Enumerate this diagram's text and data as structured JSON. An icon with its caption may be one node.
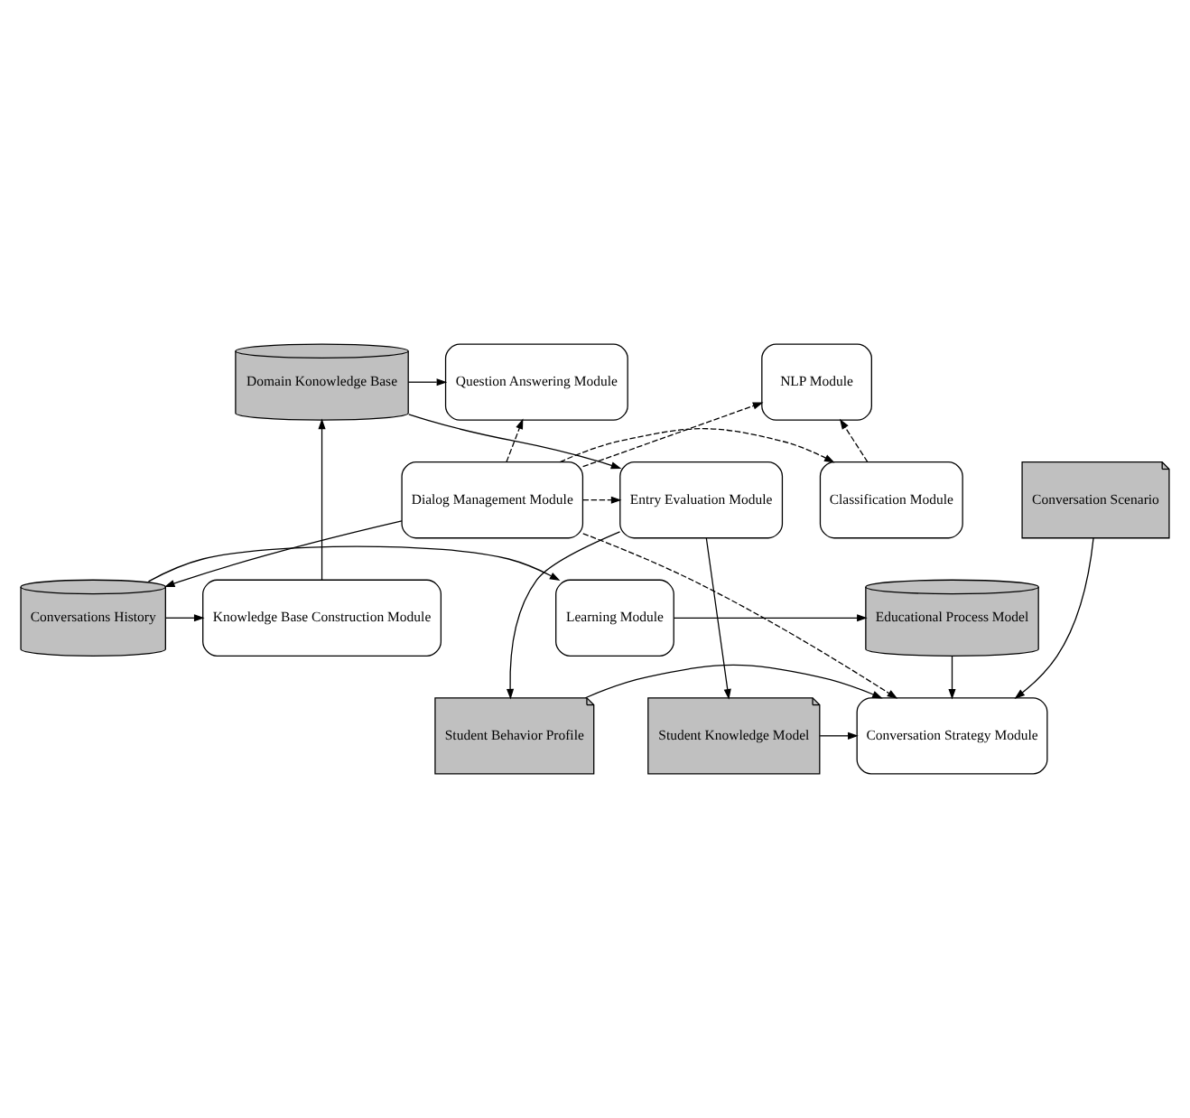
{
  "diagram": {
    "nodes": [
      {
        "text": [
          "NLP Module"
        ]
      },
      {
        "text": [
          "Question Answering Module"
        ]
      },
      {
        "text": [
          "Domain Konowledge Base"
        ]
      },
      {
        "text": [
          "Conversation Scenario"
        ]
      },
      {
        "text": [
          "Classification Module"
        ]
      },
      {
        "text": [
          "Dialog Management Module"
        ]
      },
      {
        "text": [
          "Entry Evaluation Module"
        ]
      },
      {
        "text": [
          "Conversation Strategy Module"
        ]
      },
      {
        "text": [
          "Educational Process Model"
        ]
      },
      {
        "text": [
          "Student Behavior Profile"
        ]
      },
      {
        "text": [
          "Student Knowledge Model"
        ]
      },
      {
        "text": [
          "Learning Module"
        ]
      },
      {
        "text": [
          "Conversations History"
        ]
      },
      {
        "text": [
          "Knowledge Base Construction Module"
        ]
      }
    ],
    "edges": [
      {
        "from": 5,
        "to": 0,
        "arrow": "to",
        "style": "dashed"
      },
      {
        "from": 5,
        "to": 1,
        "arrow": "to",
        "style": "dashed"
      },
      {
        "from": 5,
        "to": 4,
        "arrow": "to",
        "style": "dashed"
      },
      {
        "from": 5,
        "to": 6,
        "arrow": "to",
        "style": "dashed"
      },
      {
        "from": 5,
        "to": 7,
        "arrow": "to",
        "style": "dashed"
      },
      {
        "from": 4,
        "to": 0,
        "arrow": "to",
        "style": "dashed"
      },
      {
        "from": 2,
        "to": 1,
        "arrow": "to"
      },
      {
        "from": 2,
        "to": 6,
        "arrow": "to"
      },
      {
        "from": 3,
        "to": 7,
        "arrow": "to"
      },
      {
        "from": 6,
        "to": 9,
        "arrow": "to"
      },
      {
        "from": 6,
        "to": 10,
        "arrow": "to"
      },
      {
        "from": 8,
        "to": 7,
        "arrow": "to"
      },
      {
        "from": 9,
        "to": 7,
        "arrow": "to"
      },
      {
        "from": 10,
        "to": 7,
        "arrow": "to"
      },
      {
        "from": 5,
        "to": 12,
        "arrow": "to"
      },
      {
        "from": 12,
        "to": 11,
        "arrow": "to"
      },
      {
        "from": 11,
        "to": 8,
        "arrow": "to"
      },
      {
        "from": 12,
        "to": 13,
        "arrow": "to"
      },
      {
        "from": 13,
        "to": 2,
        "arrow": "to"
      }
    ]
  }
}
